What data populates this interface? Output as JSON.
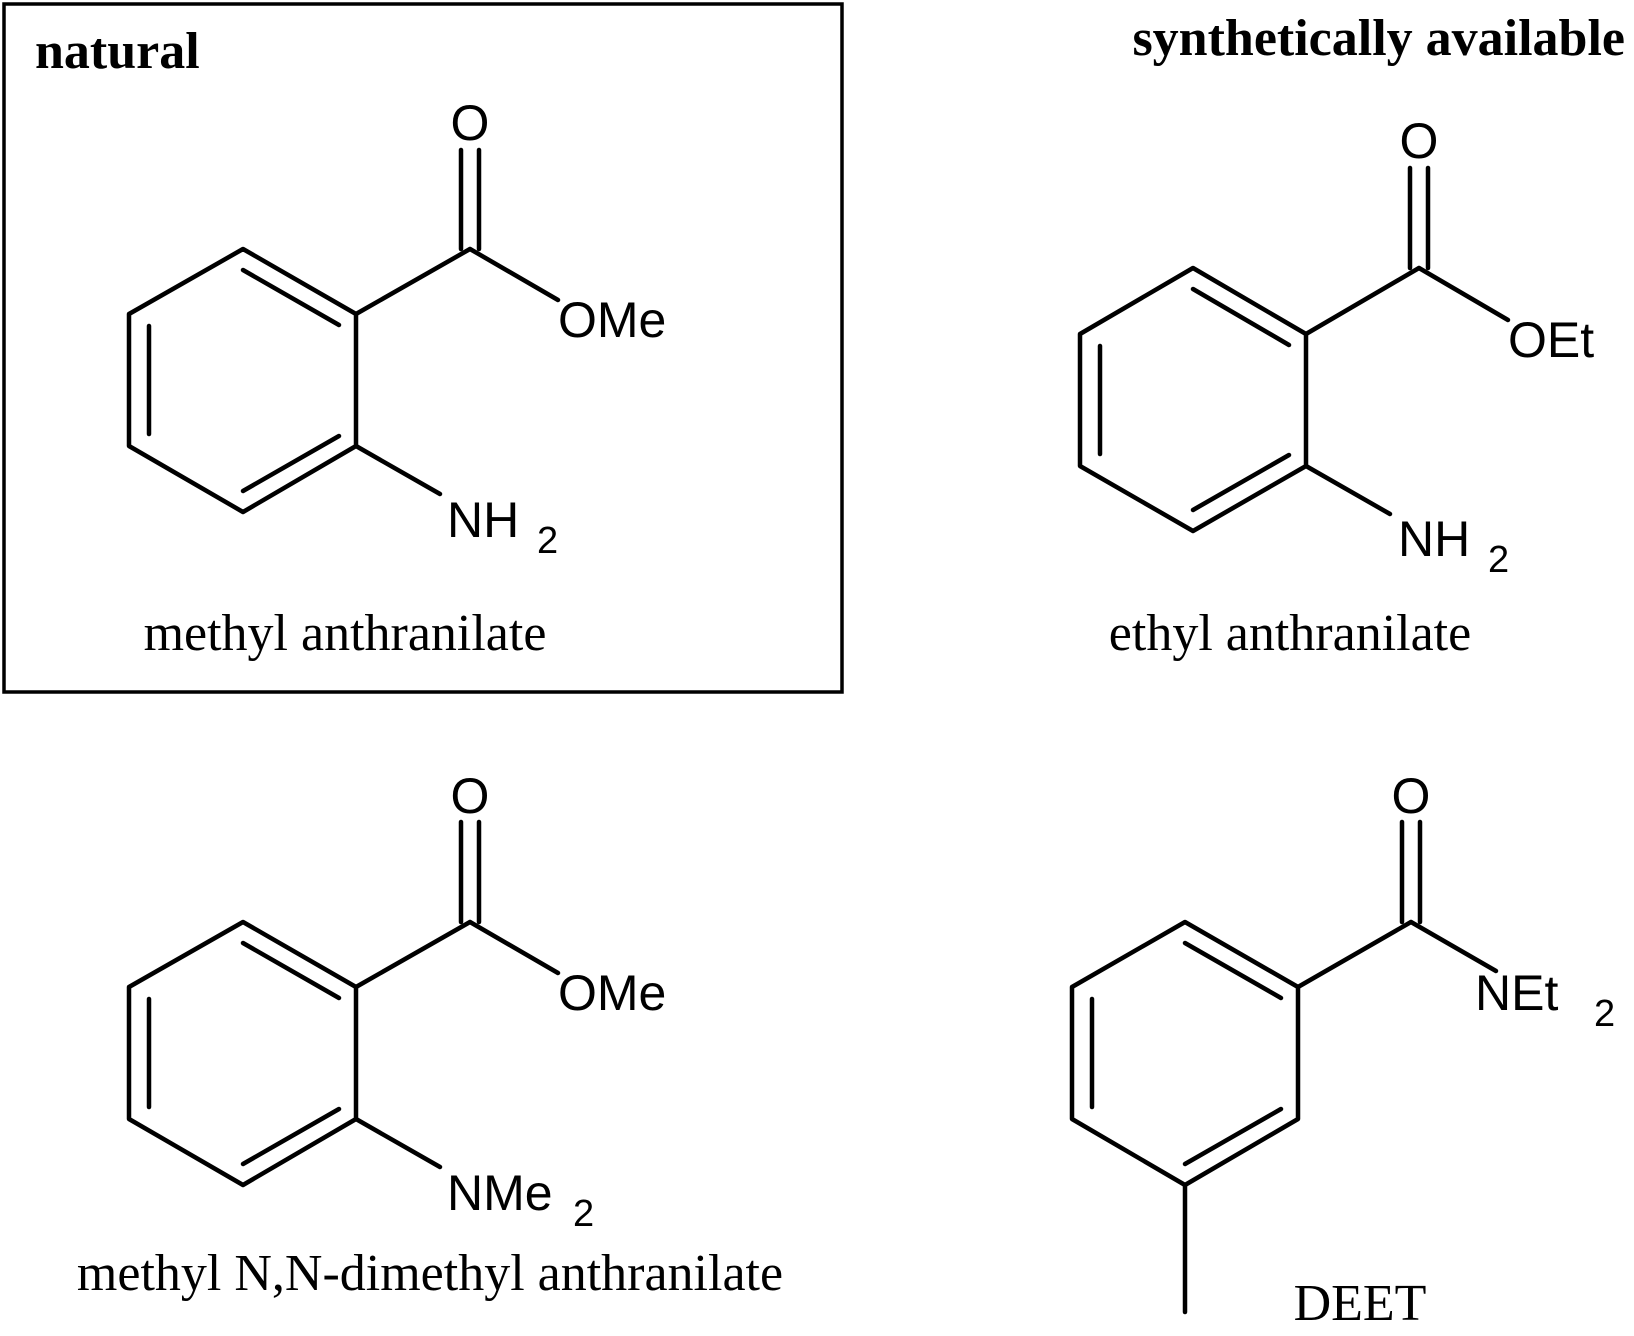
{
  "headings": {
    "natural": "natural",
    "synthetic": "synthetically available"
  },
  "molecules": [
    {
      "name": "methyl anthranilate",
      "carbonyl_o": "O",
      "ester": "OMe",
      "amine": "NH",
      "amine_sub": "2"
    },
    {
      "name": "ethyl anthranilate",
      "carbonyl_o": "O",
      "ester": "OEt",
      "amine": "NH",
      "amine_sub": "2"
    },
    {
      "name": "methyl N,N-dimethyl anthranilate",
      "carbonyl_o": "O",
      "ester": "OMe",
      "amine": "NMe",
      "amine_sub": "2"
    },
    {
      "name": "DEET",
      "carbonyl_o": "O",
      "amide": "NEt",
      "amide_sub": "2"
    }
  ]
}
